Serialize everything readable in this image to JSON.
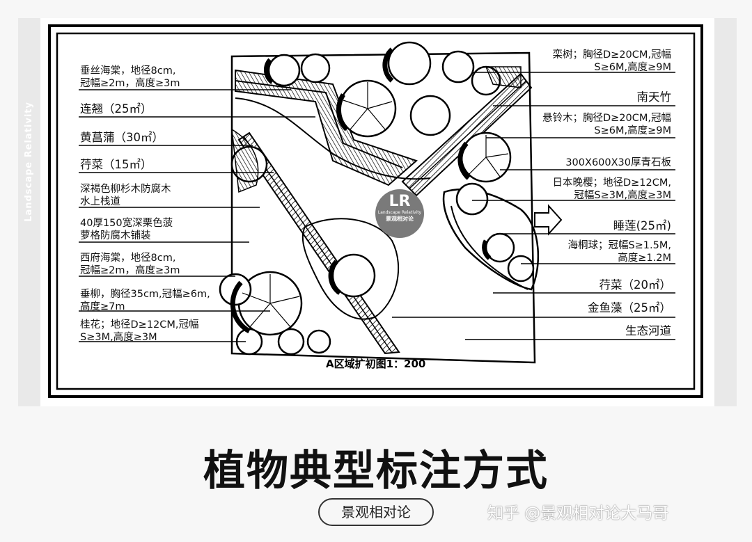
{
  "watermark_vertical": "Landscape Relativity",
  "labels_left": [
    {
      "id": "chuisi-haitang",
      "lines": [
        "垂丝海棠，地径8cm,",
        "冠幅≥2m，高度≥3m"
      ],
      "size": "normal"
    },
    {
      "id": "lianqiao",
      "lines": [
        "连翘（25㎡）"
      ],
      "size": "big"
    },
    {
      "id": "huangchangpu",
      "lines": [
        "黄菖蒲（30㎡）"
      ],
      "size": "big"
    },
    {
      "id": "xingcai-15",
      "lines": [
        "荇菜（15㎡）"
      ],
      "size": "big"
    },
    {
      "id": "zhandao",
      "lines": [
        "深褐色柳杉木防腐木",
        "水上栈道"
      ],
      "size": "normal"
    },
    {
      "id": "pusu",
      "lines": [
        "40厚150宽深栗色菠",
        "萝格防腐木铺装"
      ],
      "size": "normal"
    },
    {
      "id": "xifu-haitang",
      "lines": [
        "西府海棠，地径8cm,",
        "冠幅≥2m，高度≥3m"
      ],
      "size": "normal"
    },
    {
      "id": "chuiliu",
      "lines": [
        "垂柳，胸径35cm,冠幅≥6m,",
        "高度≥7m"
      ],
      "size": "normal"
    },
    {
      "id": "guihua",
      "lines": [
        "桂花；地径D≥12CM,冠幅",
        "S≥3M,高度≥3M"
      ],
      "size": "normal"
    }
  ],
  "labels_right": [
    {
      "id": "luanshu",
      "lines": [
        "栾树；胸径D≥20CM,冠幅",
        "S≥6M,高度≥9M"
      ],
      "size": "normal"
    },
    {
      "id": "nantianzhu",
      "lines": [
        "南天竹"
      ],
      "size": "big"
    },
    {
      "id": "xuanlingmu",
      "lines": [
        "悬铃木；胸径D≥20CM,冠幅",
        "S≥6M,高度≥9M"
      ],
      "size": "normal"
    },
    {
      "id": "qingshiban",
      "lines": [
        "300X600X30厚青石板"
      ],
      "size": "normal"
    },
    {
      "id": "riben-wanying",
      "lines": [
        "日本晚樱；地径D≥12CM,",
        "冠幅S≥3M,高度≥3M"
      ],
      "size": "normal"
    },
    {
      "id": "shuilian",
      "lines": [
        "睡莲(25㎡)"
      ],
      "size": "big"
    },
    {
      "id": "haitongqiu",
      "lines": [
        "海桐球；冠幅S≥1.5M,",
        "高度≥1.2M"
      ],
      "size": "normal"
    },
    {
      "id": "xingcai-20",
      "lines": [
        "荇菜（20㎡）"
      ],
      "size": "big"
    },
    {
      "id": "jinyuzao",
      "lines": [
        "金鱼藻（25㎡）"
      ],
      "size": "big"
    },
    {
      "id": "shengtai-hedao",
      "lines": [
        "生态河道"
      ],
      "size": "big"
    }
  ],
  "scale_label": "A区域扩初图1：200",
  "logo": {
    "mark": "LR",
    "line1": "Landscape Relativity",
    "line2": "景观相对论"
  },
  "main_title": "植物典型标注方式",
  "badge": "景观相对论",
  "credit": "知乎 @景观相对论大马哥",
  "colors": {
    "ink": "#000000",
    "page_bg": "#f7f7f7",
    "strip": "#e9e9e9",
    "logo_bg": "#7a7a7a"
  }
}
